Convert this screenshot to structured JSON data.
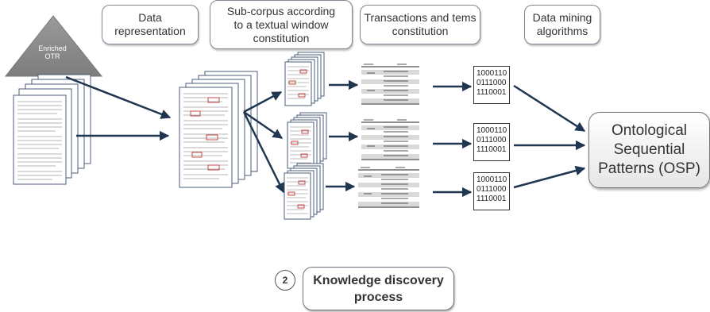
{
  "headers": {
    "data_representation": "Data\nrepresentation",
    "sub_corpus": "Sub-corpus according\nto a textual  window\nconstitution",
    "transactions": "Transactions and tems\nconstitution",
    "data_mining": "Data mining\nalgorithms"
  },
  "otr": {
    "label": "Enriched\nOTR"
  },
  "binary_matrices": [
    [
      "1000110",
      "0111000",
      "1110001"
    ],
    [
      "1000110",
      "0111000",
      "1110001"
    ],
    [
      "1000110",
      "0111000",
      "1110001"
    ]
  ],
  "result": {
    "label": "Ontological\nSequential\nPatterns (OSP)"
  },
  "process": {
    "number": "2",
    "label": "Knowledge discovery\nprocess"
  }
}
